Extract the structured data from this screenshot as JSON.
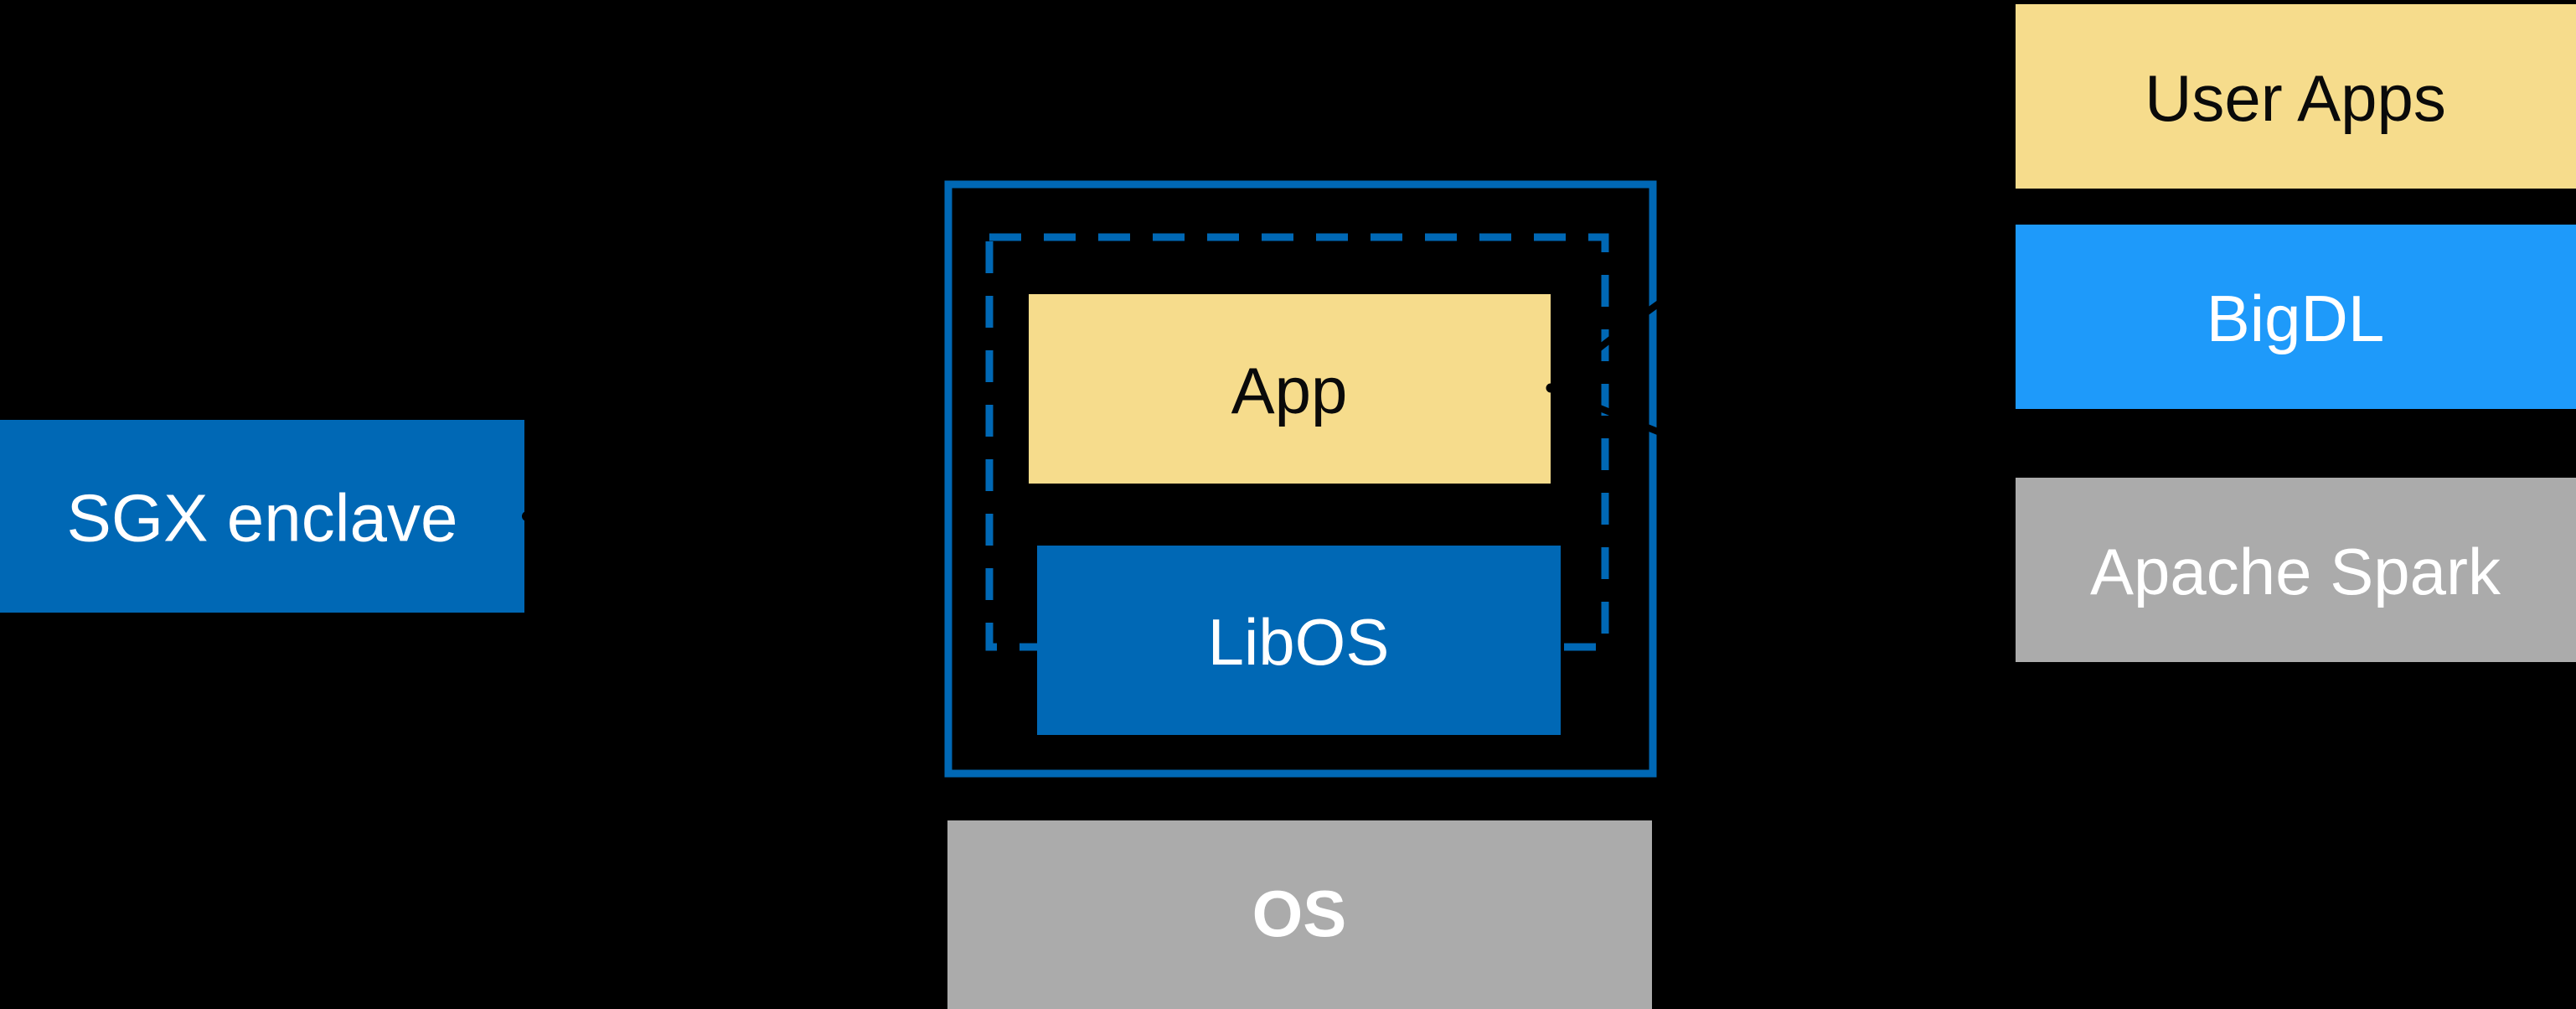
{
  "diagram": {
    "background_color": "#000000",
    "colors": {
      "intel_blue": "#0068B5",
      "bright_blue": "#1E9AFA",
      "yellow": "#F6DC8C",
      "gray": "#ABABAB",
      "white": "#FFFFFF",
      "text_black": "#0A0A0A",
      "connector_black": "#000000"
    },
    "boxes": {
      "sgx_enclave": {
        "label": "SGX enclave"
      },
      "app": {
        "label": "App"
      },
      "libos": {
        "label": "LibOS"
      },
      "os": {
        "label": "OS"
      },
      "user_apps": {
        "label": "User Apps"
      },
      "bigdl": {
        "label": "BigDL"
      },
      "apache_spark": {
        "label": "Apache Spark"
      }
    }
  }
}
